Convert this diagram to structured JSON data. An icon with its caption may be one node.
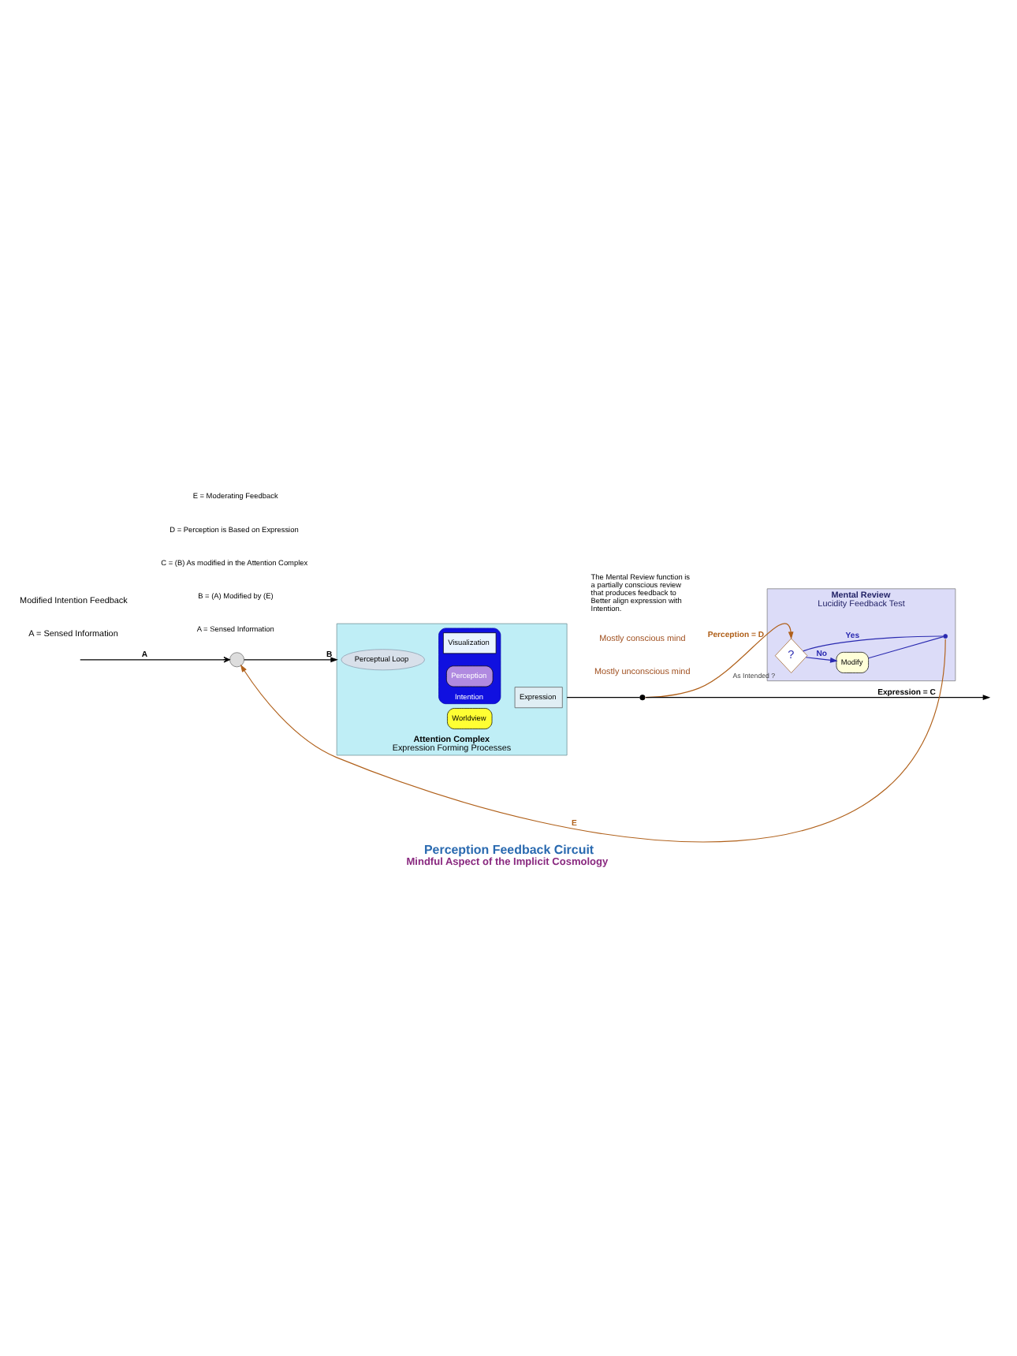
{
  "diagram": {
    "title": "Perception Feedback Circuit",
    "caption": "Mindful Aspect of the Implicit Cosmology",
    "nodes": [
      {
        "text": [],
        "shape": "circle"
      },
      {
        "text": [
          "Attention Complex",
          "Expression Forming Processes"
        ]
      },
      {
        "text": [
          "Perceptual Loop"
        ],
        "in": 1
      },
      {
        "text": [
          "Intention"
        ],
        "in": 1
      },
      {
        "text": [
          "Perception"
        ],
        "in": 3
      },
      {
        "text": [
          "Visualization"
        ],
        "in": 3
      },
      {
        "text": [
          "Expression"
        ],
        "in": 1
      },
      {
        "text": [
          "Worldview"
        ],
        "in": 1
      },
      {
        "text": [],
        "shape": "circle"
      },
      {
        "text": [
          "Mental Review",
          "Lucidity Feedback Test"
        ]
      },
      {
        "text": [
          "?"
        ],
        "beside": [
          "As Intended ?"
        ],
        "in": 9
      },
      {
        "text": [
          "Modify"
        ],
        "in": 9
      },
      {
        "text": [],
        "shape": "circle",
        "in": 9
      }
    ],
    "edges": [
      {
        "from": null,
        "to": 0,
        "arrow": "to",
        "label": "A",
        "color": "#000000"
      },
      {
        "from": 0,
        "to": 1,
        "arrow": "to",
        "label": "B",
        "color": "#000000"
      },
      {
        "from": 1,
        "to": 8,
        "arrow": "none",
        "color": "#000000"
      },
      {
        "from": 8,
        "to": null,
        "arrow": "to",
        "label": "Expression = C",
        "color": "#000000"
      },
      {
        "from": 8,
        "to": 10,
        "arrow": "to",
        "label": "Perception = D",
        "color": "#b0601a"
      },
      {
        "from": 10,
        "to": 12,
        "arrow": "none",
        "label": "Yes",
        "color": "#2a2ab0"
      },
      {
        "from": 10,
        "to": 11,
        "arrow": "to",
        "label": "No",
        "color": "#2a2ab0"
      },
      {
        "from": 11,
        "to": 12,
        "arrow": "none",
        "color": "#2a2ab0"
      },
      {
        "from": 12,
        "to": 0,
        "arrow": "to",
        "label": "E",
        "color": "#b0601a"
      }
    ],
    "labels": [
      "A = Sensed Information",
      "Mostly unconscious mind",
      "Mostly conscious mind",
      "Modified Intention Feedback",
      "A = Sensed Information",
      "B = (A) Modified by (E)",
      "C = (B) As modified in the Attention Complex",
      "D = Perception is Based on Expression",
      "E = Moderating Feedback",
      "The Mental Review function is a partially conscious review that produces feedback to Better align expression with Intention."
    ]
  }
}
